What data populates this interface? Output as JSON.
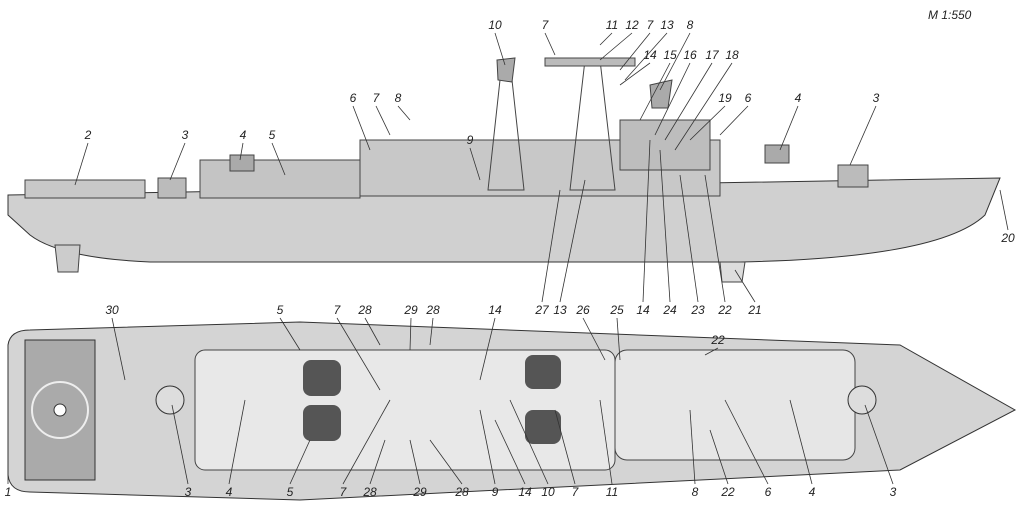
{
  "scale": "M 1:550",
  "side_view_labels": [
    "10",
    "7",
    "11",
    "12",
    "7",
    "13",
    "8",
    "14",
    "15",
    "16",
    "17",
    "18",
    "19",
    "6",
    "4",
    "3",
    "2",
    "3",
    "4",
    "5",
    "6",
    "7",
    "8",
    "9",
    "20"
  ],
  "middle_row_labels": [
    "30",
    "5",
    "7",
    "28",
    "29",
    "28",
    "14",
    "27",
    "13",
    "26",
    "25",
    "14",
    "24",
    "23",
    "22",
    "21",
    "22"
  ],
  "bottom_row_labels": [
    "1",
    "3",
    "4",
    "5",
    "7",
    "28",
    "29",
    "28",
    "9",
    "14",
    "10",
    "7",
    "11",
    "8",
    "22",
    "6",
    "4",
    "3"
  ],
  "colors": {
    "hull": "#cfcfcf",
    "deck": "#d8d8d8",
    "line": "#333333",
    "dark": "#555555"
  }
}
